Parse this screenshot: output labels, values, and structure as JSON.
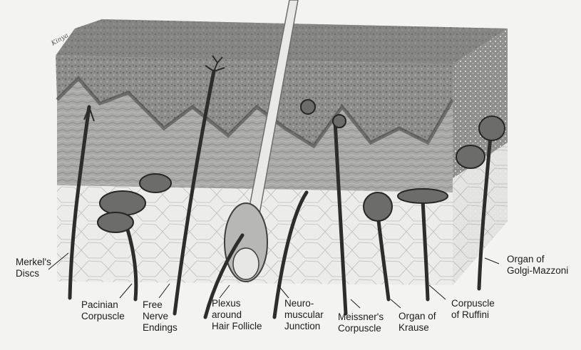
{
  "diagram": {
    "signature": "Kinya",
    "labels": {
      "merkels_discs": "Merkel's\nDiscs",
      "pacinian_corpuscle": "Pacinian\nCorpuscle",
      "free_nerve_endings": "Free\nNerve\nEndings",
      "plexus_hair_follicle": "Plexus\naround\nHair Follicle",
      "neuromuscular_junction": "Neuro-\nmuscular\nJunction",
      "meissners_corpuscle": "Meissner's\nCorpuscle",
      "organ_of_krause": "Organ of\nKrause",
      "corpuscle_of_ruffini": "Corpuscle\nof Ruffini",
      "organ_of_golgi_mazzoni": "Organ of\nGolgi-Mazzoni"
    }
  }
}
